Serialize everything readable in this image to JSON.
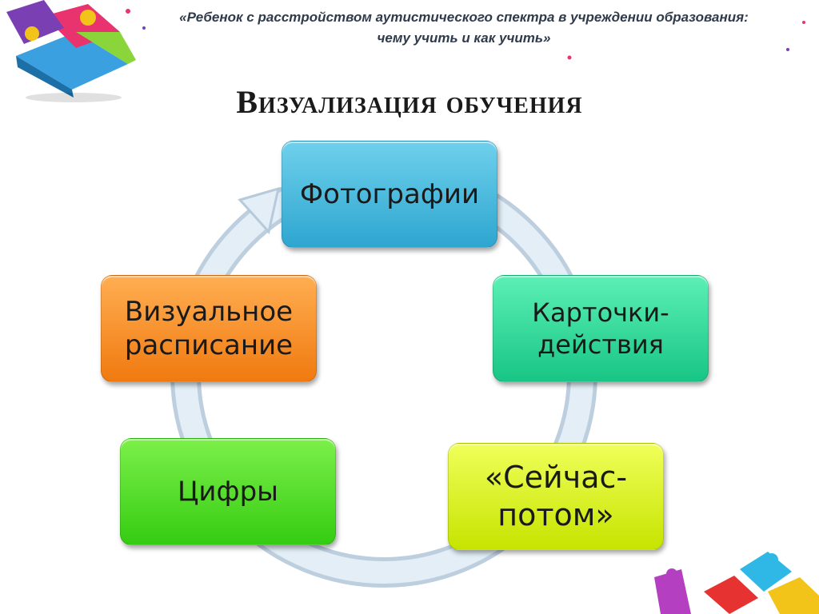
{
  "header": {
    "line1": "«Ребенок с расстройством аутистического спектра в учреждении образования:",
    "line2": "чему учить и как учить»"
  },
  "title": "Визуализация обучения",
  "diagram": {
    "nodes": [
      {
        "id": "photos",
        "label": "Фотографии"
      },
      {
        "id": "cards",
        "label": "Карточки-\nдействия"
      },
      {
        "id": "nowlater",
        "label": "«Сейчас-\nпотом»"
      },
      {
        "id": "numbers",
        "label": "Цифры"
      },
      {
        "id": "schedule",
        "label": "Визуальное\nрасписание"
      }
    ]
  },
  "colors": {
    "photos": "#2ea6d0",
    "cards": "#18c585",
    "nowlater": "#c6e400",
    "numbers": "#35cc12",
    "schedule": "#f07a10",
    "cycle_arrow": "#c9dbe8"
  },
  "decorations": [
    "puzzle-pieces-top-left",
    "puzzle-pieces-bottom-right"
  ]
}
